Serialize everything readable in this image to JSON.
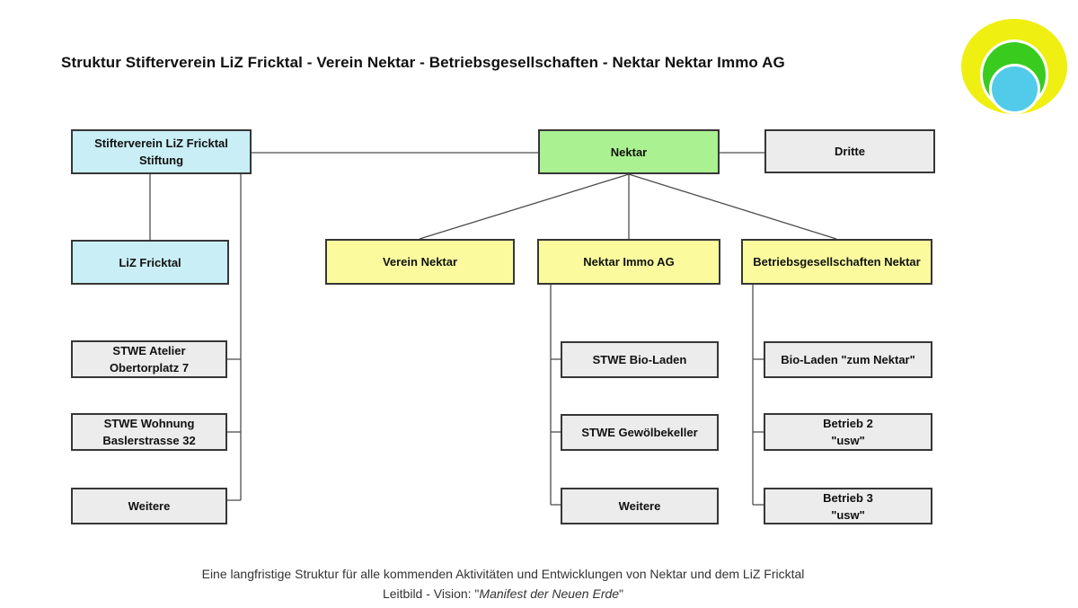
{
  "title": "Struktur Stifterverein LiZ Fricktal - Verein Nektar - Betriebsgesellschaften - Nektar Nektar Immo AG",
  "colors": {
    "cyan": "#C9EEF6",
    "green": "#AAF191",
    "yellow": "#FBFB9E",
    "gray": "#ECECEC",
    "logo_yellow": "#EFEF12",
    "logo_green": "#39CC1F",
    "logo_cyan": "#52CBEA"
  },
  "logo": {
    "description": "nektar-logo-concentric-circles"
  },
  "nodes": {
    "stifterverein": {
      "line1": "Stifterverein LiZ Fricktal",
      "line2": "Stiftung"
    },
    "nektar": {
      "line1": "Nektar"
    },
    "dritte": {
      "line1": "Dritte"
    },
    "liz_fricktal": {
      "line1": "LiZ Fricktal"
    },
    "verein_nektar": {
      "line1": "Verein Nektar"
    },
    "nektar_immo": {
      "line1": "Nektar Immo AG"
    },
    "betriebsgesellschaften": {
      "line1": "Betriebsgesellschaften Nektar"
    },
    "stwe_atelier": {
      "line1": "STWE Atelier",
      "line2": "Obertorplatz 7"
    },
    "stwe_wohnung": {
      "line1": "STWE Wohnung",
      "line2": "Baslerstrasse 32"
    },
    "weitere_links": {
      "line1": "Weitere"
    },
    "stwe_bioladen": {
      "line1": "STWE Bio-Laden"
    },
    "stwe_gewoelbekeller": {
      "line1": "STWE Gewölbekeller"
    },
    "weitere_mitte": {
      "line1": "Weitere"
    },
    "bioladen_zum_nektar": {
      "line1": "Bio-Laden \"zum Nektar\""
    },
    "betrieb_2": {
      "line1": "Betrieb 2",
      "line2": "\"usw\""
    },
    "betrieb_3": {
      "line1": "Betrieb 3",
      "line2": "\"usw\""
    }
  },
  "footer": {
    "line1": "Eine langfristige Struktur für alle kommenden Aktivitäten und Entwicklungen von Nektar und dem LiZ Fricktal",
    "line2_prefix": "Leitbild - Vision: \"",
    "line2_italic": "Manifest der Neuen Erde",
    "line2_suffix": "\""
  }
}
